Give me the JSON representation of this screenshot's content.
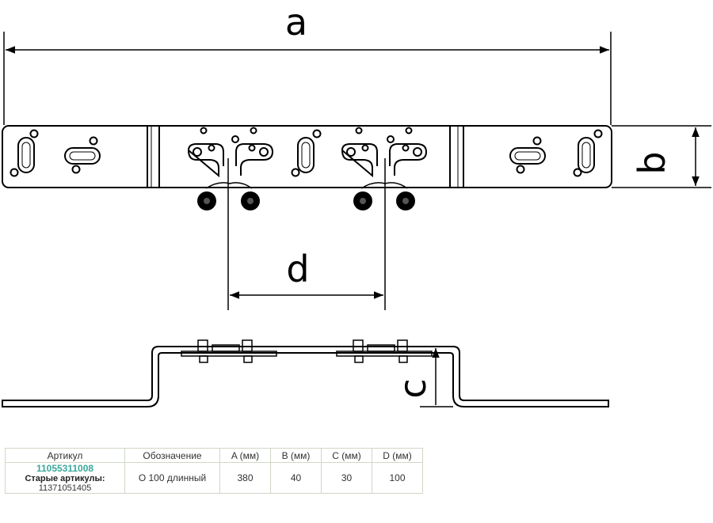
{
  "dimensions": {
    "a": "a",
    "b": "b",
    "c": "c",
    "d": "d"
  },
  "table": {
    "headers": {
      "article": "Артикул",
      "designation": "Обозначение",
      "a": "A (мм)",
      "b": "B (мм)",
      "c": "C (мм)",
      "d": "D (мм)"
    },
    "row": {
      "article": "11055311008",
      "old_label": "Старые артикулы:",
      "old_article": "11371051405",
      "designation": "О 100 длинный",
      "a": "380",
      "b": "40",
      "c": "30",
      "d": "100"
    }
  },
  "colors": {
    "line": "#000000",
    "table_border": "#cfd8c7",
    "article_accent": "#3aa89a"
  }
}
